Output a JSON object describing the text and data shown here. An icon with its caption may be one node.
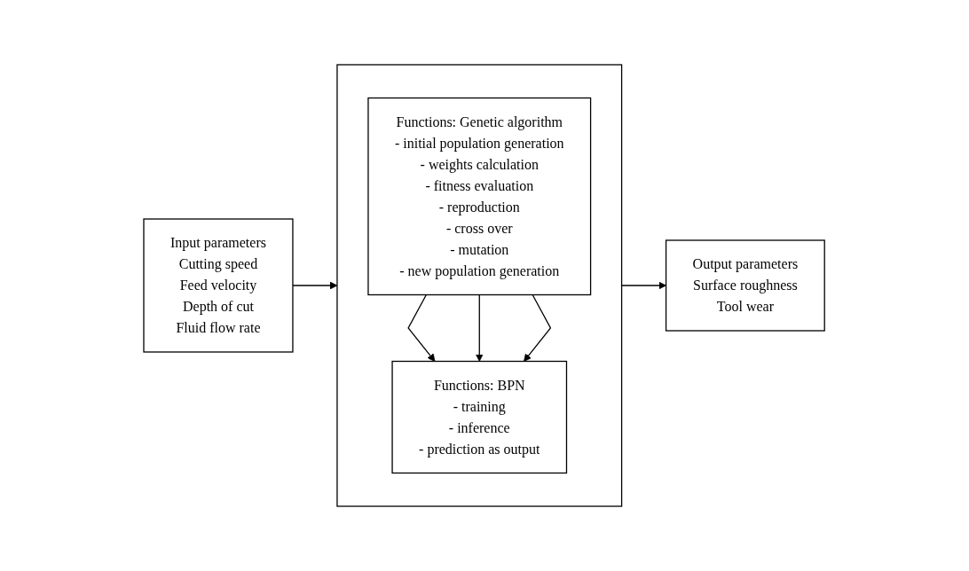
{
  "diagram": {
    "nodes": [
      {
        "text": [
          "Input parameters",
          "Cutting speed",
          "Feed velocity",
          "Depth of cut",
          "Fluid flow rate"
        ]
      },
      {
        "text": [],
        "shape": "box"
      },
      {
        "text": [
          "Functions: Genetic algorithm",
          "- initial population generation",
          "- weights calculation",
          "- fitness evaluation",
          "- reproduction",
          "- cross over",
          "- mutation",
          "- new population generation"
        ],
        "in": 1
      },
      {
        "text": [
          "Functions: BPN",
          "- training",
          "- inference",
          "- prediction as output"
        ],
        "in": 1
      },
      {
        "text": [
          "Output parameters",
          "Surface roughness",
          "Tool wear"
        ]
      }
    ],
    "edges": [
      {
        "from": 0,
        "to": 1,
        "arrow": "to"
      },
      {
        "from": 1,
        "to": 4,
        "arrow": "to"
      },
      {
        "from": 2,
        "to": 3,
        "arrow": "to"
      },
      {
        "from": 2,
        "to": 3,
        "arrow": "to"
      },
      {
        "from": 2,
        "to": 3,
        "arrow": "to"
      }
    ]
  }
}
